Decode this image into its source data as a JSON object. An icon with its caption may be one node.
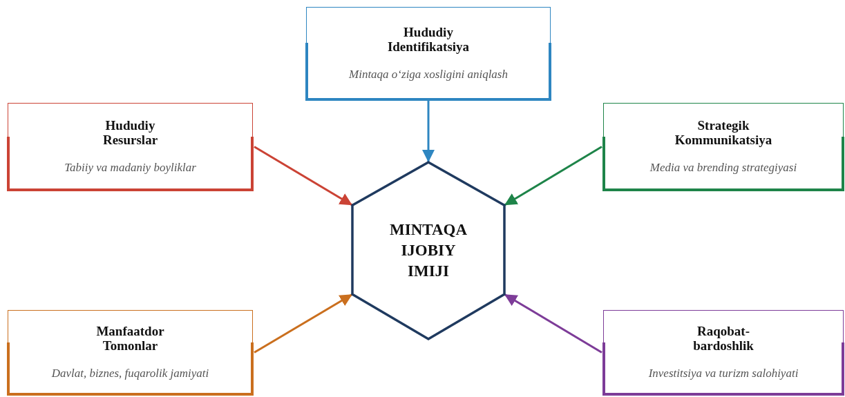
{
  "diagram": {
    "nodes": [
      {
        "text": [
          "Hududiy Identifikatsiya",
          "Mintaqa o‘ziga xosligini aniqlash"
        ]
      },
      {
        "text": [
          "Hududiy Resurslar",
          "Tabiiy va madaniy boyliklar"
        ]
      },
      {
        "text": [
          "Strategik Kommunikatsiya",
          "Media va brending strategiyasi"
        ]
      },
      {
        "text": [
          "MINTAQA IJOBIY IMIJI"
        ]
      },
      {
        "text": [
          "Manfaatdor Tomonlar",
          "Davlat, biznes, fuqarolik jamiyati"
        ]
      },
      {
        "text": [
          "Raqobat-bardoshlik",
          "Investitsiya va turizm salohiyati"
        ]
      }
    ],
    "edges": [
      {
        "from": 0,
        "to": 3,
        "arrow": "to",
        "color": "#2e86c1"
      },
      {
        "from": 1,
        "to": 3,
        "arrow": "to",
        "color": "#cb4335"
      },
      {
        "from": 2,
        "to": 3,
        "arrow": "to",
        "color": "#1e8449"
      },
      {
        "from": 4,
        "to": 3,
        "arrow": "to",
        "color": "#ca6f1e"
      },
      {
        "from": 5,
        "to": 3,
        "arrow": "to",
        "color": "#7d3c98"
      }
    ]
  }
}
